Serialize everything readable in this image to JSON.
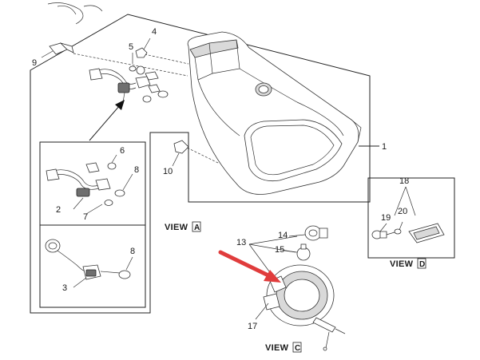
{
  "labels": {
    "p1": "1",
    "p2": "2",
    "p3": "3",
    "p4": "4",
    "p5": "5",
    "p6": "6",
    "p7": "7",
    "p8a": "8",
    "p8b": "8",
    "p9": "9",
    "p10": "10",
    "p13": "13",
    "p14": "14",
    "p15": "15",
    "p17": "17",
    "p18": "18",
    "p19": "19",
    "p20": "20"
  },
  "views": {
    "a": {
      "prefix": "VIEW",
      "letter": "A"
    },
    "c": {
      "prefix": "VIEW",
      "letter": "C"
    },
    "d": {
      "prefix": "VIEW",
      "letter": "D"
    }
  },
  "colors": {
    "arrow": "#e03c3c",
    "line": "#222222",
    "lamp_fill": "#e6e6e6"
  }
}
